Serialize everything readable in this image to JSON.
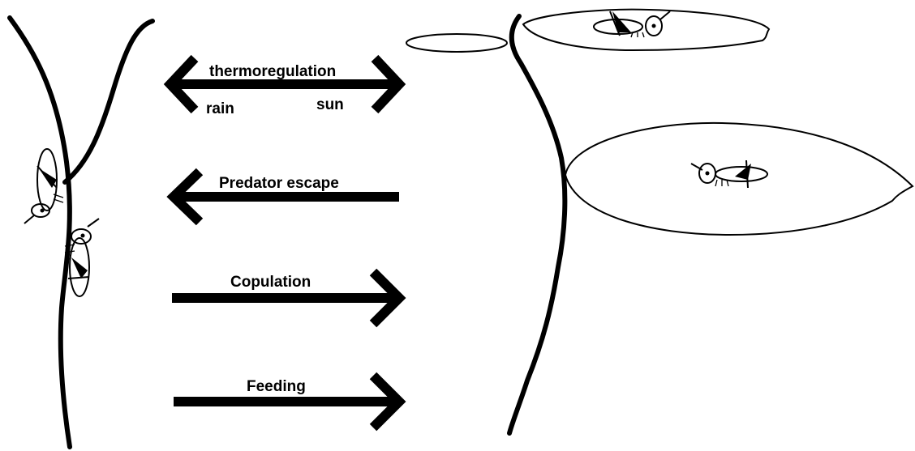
{
  "arrows": {
    "thermoregulation": {
      "label": "thermoregulation",
      "left_label": "rain",
      "right_label": "sun",
      "direction": "both"
    },
    "predator_escape": {
      "label": "Predator escape",
      "direction": "left"
    },
    "copulation": {
      "label": "Copulation",
      "direction": "right"
    },
    "feeding": {
      "label": "Feeding",
      "direction": "right"
    }
  }
}
